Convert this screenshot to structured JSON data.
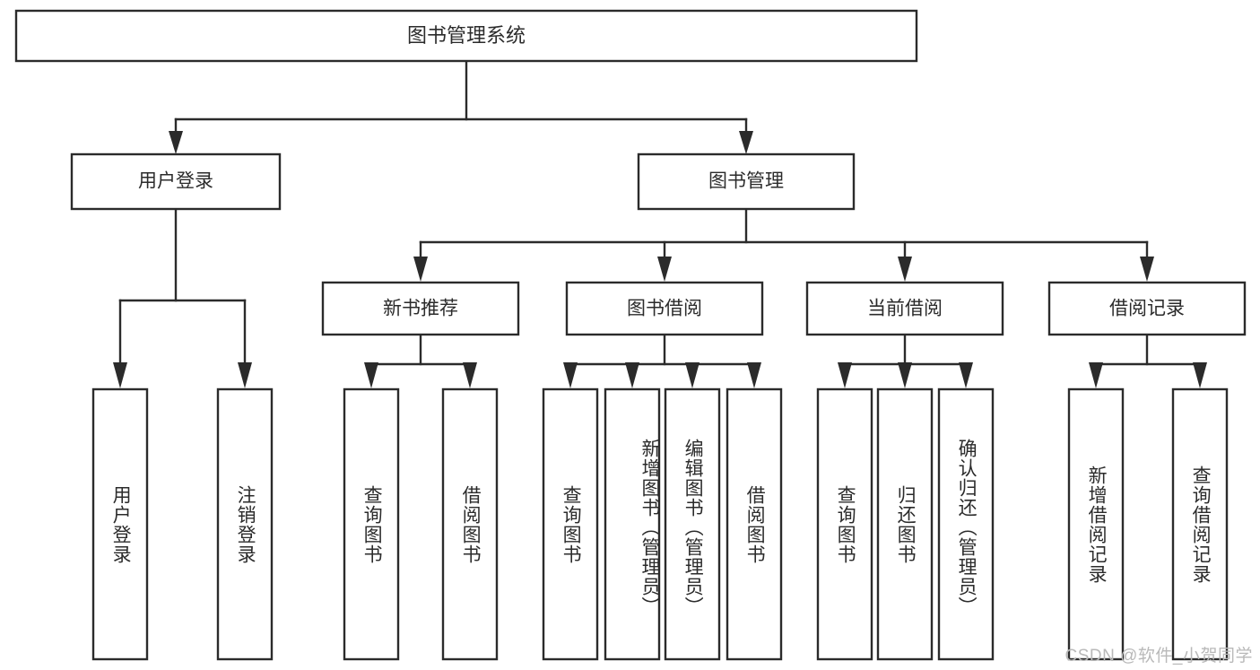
{
  "diagram": {
    "title": "图书管理系统",
    "type": "tree-hierarchy",
    "orientation": "top-down",
    "colors": {
      "stroke": "#2b2b2b",
      "fill": "#ffffff",
      "background": "#ffffff",
      "watermark": "#b9b9b9"
    },
    "levels": {
      "root": {
        "label": "图书管理系统"
      },
      "level2": [
        {
          "label": "用户登录"
        },
        {
          "label": "图书管理"
        }
      ],
      "level3": [
        {
          "label": "新书推荐"
        },
        {
          "label": "图书借阅"
        },
        {
          "label": "当前借阅"
        },
        {
          "label": "借阅记录"
        }
      ],
      "leaves": {
        "user_login": [
          {
            "label": "用户登录"
          },
          {
            "label": "注销登录"
          }
        ],
        "new_book_recommend": [
          {
            "label": "查询图书"
          },
          {
            "label": "借阅图书"
          }
        ],
        "book_borrow": [
          {
            "label": "查询图书"
          },
          {
            "label": "新增图书（管理员）"
          },
          {
            "label": "编辑图书（管理员）"
          },
          {
            "label": "借阅图书"
          }
        ],
        "current_borrow": [
          {
            "label": "查询图书"
          },
          {
            "label": "归还图书"
          },
          {
            "label": "确认归还（管理员）"
          }
        ],
        "borrow_record": [
          {
            "label": "新增借阅记录"
          },
          {
            "label": "查询借阅记录"
          }
        ]
      }
    },
    "watermark": "CSDN @软件_小贺同学"
  }
}
